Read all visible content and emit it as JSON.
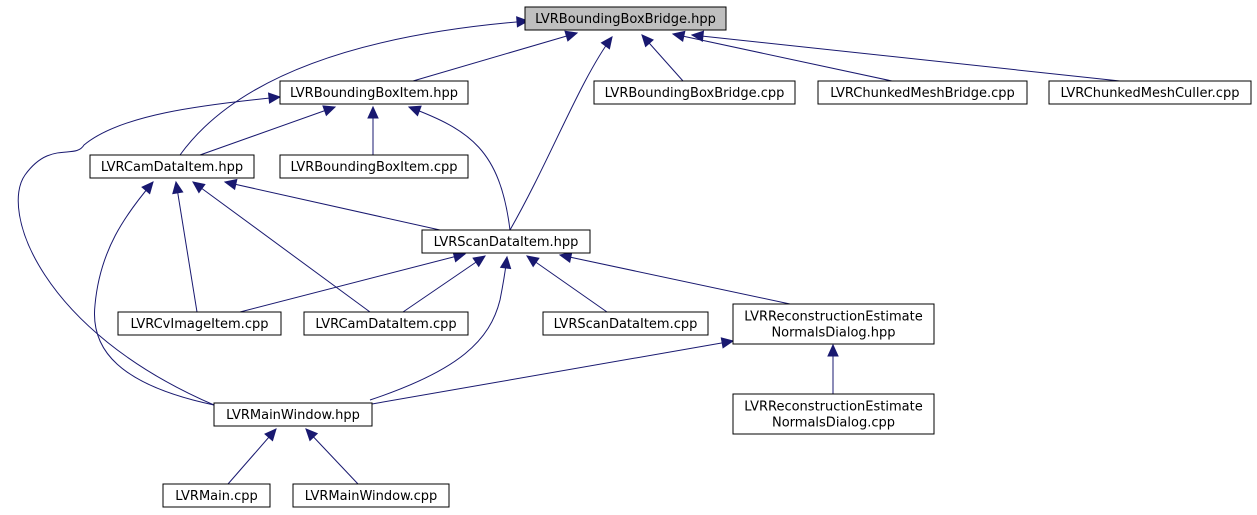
{
  "colors": {
    "edge": "#191970",
    "root_fill": "#bfbfbf",
    "node_fill": "#ffffff",
    "node_border": "#000000"
  },
  "nodes": [
    {
      "id": "bridge_hpp",
      "lines": [
        "LVRBoundingBoxBridge.hpp"
      ],
      "highlighted": true
    },
    {
      "id": "bbitem_hpp",
      "lines": [
        "LVRBoundingBoxItem.hpp"
      ]
    },
    {
      "id": "bridge_cpp",
      "lines": [
        "LVRBoundingBoxBridge.cpp"
      ]
    },
    {
      "id": "chunkbridge_cpp",
      "lines": [
        "LVRChunkedMeshBridge.cpp"
      ]
    },
    {
      "id": "chunkculler_cpp",
      "lines": [
        "LVRChunkedMeshCuller.cpp"
      ]
    },
    {
      "id": "camdata_hpp",
      "lines": [
        "LVRCamDataItem.hpp"
      ]
    },
    {
      "id": "bbitem_cpp",
      "lines": [
        "LVRBoundingBoxItem.cpp"
      ]
    },
    {
      "id": "scandata_hpp",
      "lines": [
        "LVRScanDataItem.hpp"
      ]
    },
    {
      "id": "cvimage_cpp",
      "lines": [
        "LVRCvImageItem.cpp"
      ]
    },
    {
      "id": "camdata_cpp",
      "lines": [
        "LVRCamDataItem.cpp"
      ]
    },
    {
      "id": "scandata_cpp",
      "lines": [
        "LVRScanDataItem.cpp"
      ]
    },
    {
      "id": "recon_hpp",
      "lines": [
        "LVRReconstructionEstimate",
        "NormalsDialog.hpp"
      ]
    },
    {
      "id": "mainwindow_hpp",
      "lines": [
        "LVRMainWindow.hpp"
      ]
    },
    {
      "id": "recon_cpp",
      "lines": [
        "LVRReconstructionEstimate",
        "NormalsDialog.cpp"
      ]
    },
    {
      "id": "main_cpp",
      "lines": [
        "LVRMain.cpp"
      ]
    },
    {
      "id": "mainwindow_cpp",
      "lines": [
        "LVRMainWindow.cpp"
      ]
    }
  ],
  "edges": [
    {
      "from": "bbitem_hpp",
      "to": "bridge_hpp"
    },
    {
      "from": "bridge_cpp",
      "to": "bridge_hpp"
    },
    {
      "from": "chunkbridge_cpp",
      "to": "bridge_hpp"
    },
    {
      "from": "chunkculler_cpp",
      "to": "bridge_hpp"
    },
    {
      "from": "camdata_hpp",
      "to": "bridge_hpp"
    },
    {
      "from": "scandata_hpp",
      "to": "bridge_hpp"
    },
    {
      "from": "camdata_hpp",
      "to": "bbitem_hpp"
    },
    {
      "from": "bbitem_cpp",
      "to": "bbitem_hpp"
    },
    {
      "from": "scandata_hpp",
      "to": "bbitem_hpp"
    },
    {
      "from": "mainwindow_hpp",
      "to": "bbitem_hpp"
    },
    {
      "from": "scandata_hpp",
      "to": "camdata_hpp"
    },
    {
      "from": "cvimage_cpp",
      "to": "camdata_hpp"
    },
    {
      "from": "camdata_cpp",
      "to": "camdata_hpp"
    },
    {
      "from": "mainwindow_hpp",
      "to": "camdata_hpp"
    },
    {
      "from": "cvimage_cpp",
      "to": "scandata_hpp"
    },
    {
      "from": "camdata_cpp",
      "to": "scandata_hpp"
    },
    {
      "from": "scandata_cpp",
      "to": "scandata_hpp"
    },
    {
      "from": "recon_hpp",
      "to": "scandata_hpp"
    },
    {
      "from": "mainwindow_hpp",
      "to": "scandata_hpp"
    },
    {
      "from": "mainwindow_hpp",
      "to": "recon_hpp"
    },
    {
      "from": "recon_cpp",
      "to": "recon_hpp"
    },
    {
      "from": "main_cpp",
      "to": "mainwindow_hpp"
    },
    {
      "from": "mainwindow_cpp",
      "to": "mainwindow_hpp"
    }
  ]
}
